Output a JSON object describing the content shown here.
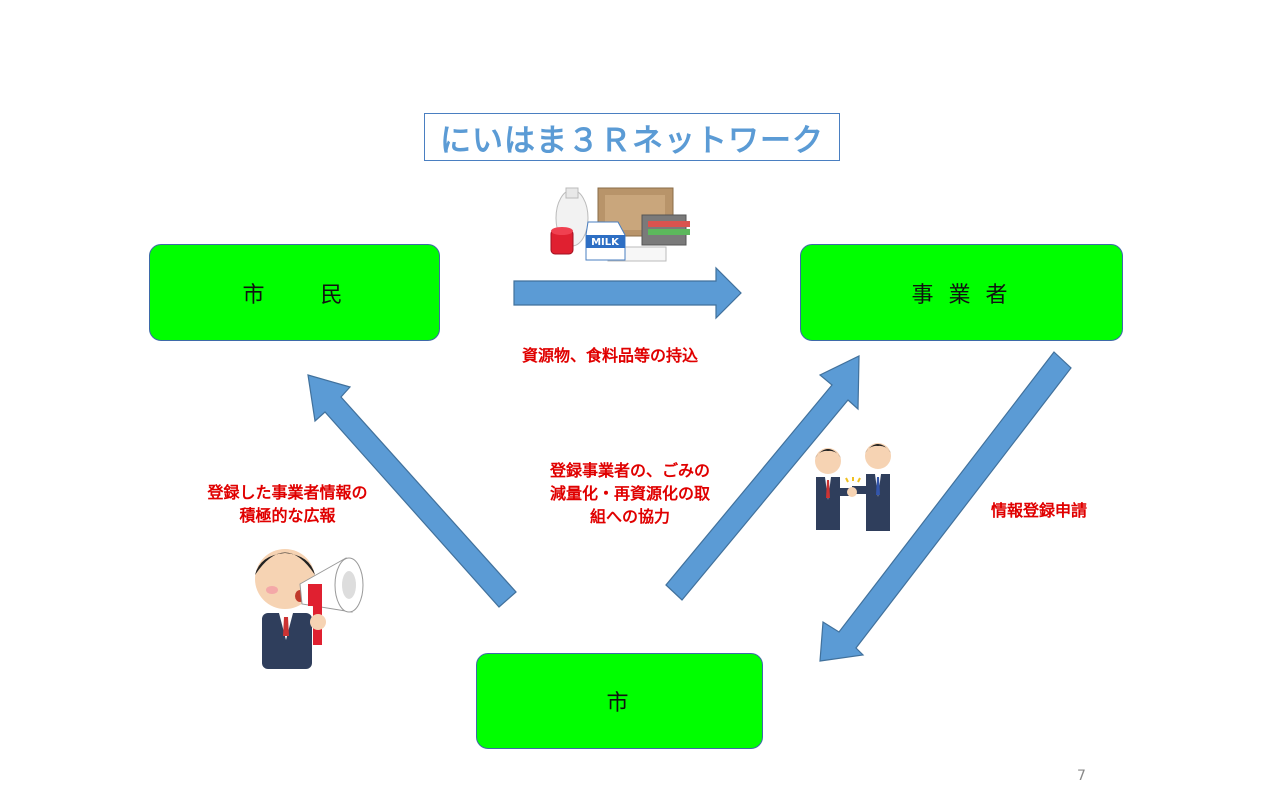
{
  "title": "にいはま３Ｒネットワーク",
  "nodes": {
    "citizens": "市　　民",
    "business": "事 業 者",
    "city": "市"
  },
  "labels": {
    "bring_in": "資源物、食料品等の持込",
    "cooperation": [
      "登録事業者の、ごみの",
      "減量化・再資源化の取",
      "組への協力"
    ],
    "publicity": [
      "登録した事業者情報の",
      "積極的な広報"
    ],
    "registration": "情報登録申請"
  },
  "illustrations": {
    "recyclables": "MILK",
    "handshake": "handshake-icon",
    "megaphone": "megaphone-icon"
  },
  "colors": {
    "node_fill": "#00ff00",
    "arrow_fill": "#5b9bd5",
    "label_text": "#e00000",
    "title_text": "#5b9bd5"
  },
  "page_number": "7"
}
